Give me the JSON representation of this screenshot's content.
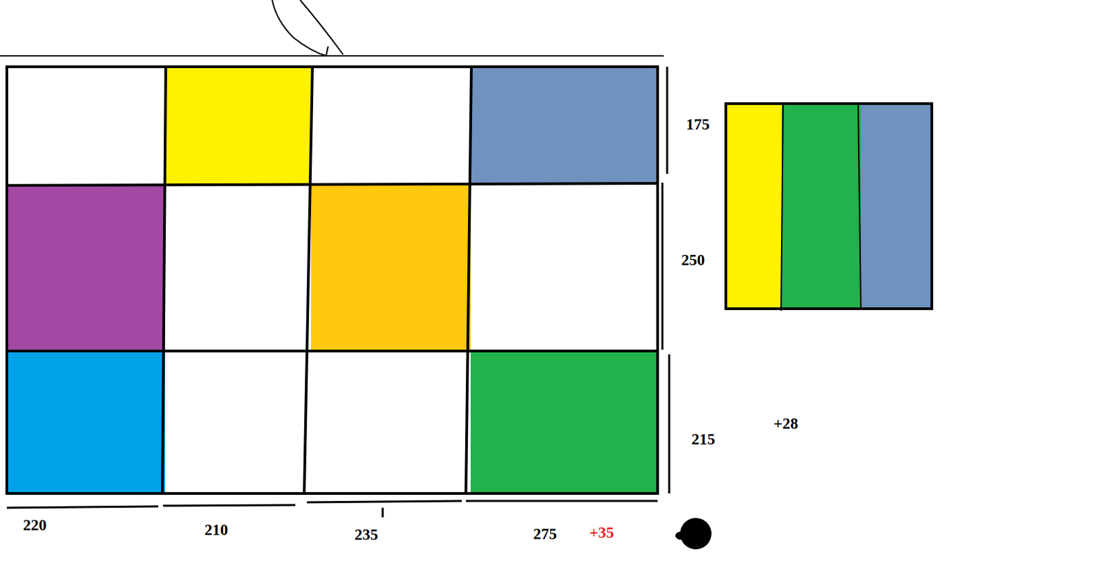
{
  "diagram": {
    "labels": [
      "175",
      "250",
      "+28",
      "215",
      "220",
      "210",
      "235",
      "275",
      "+35"
    ]
  }
}
